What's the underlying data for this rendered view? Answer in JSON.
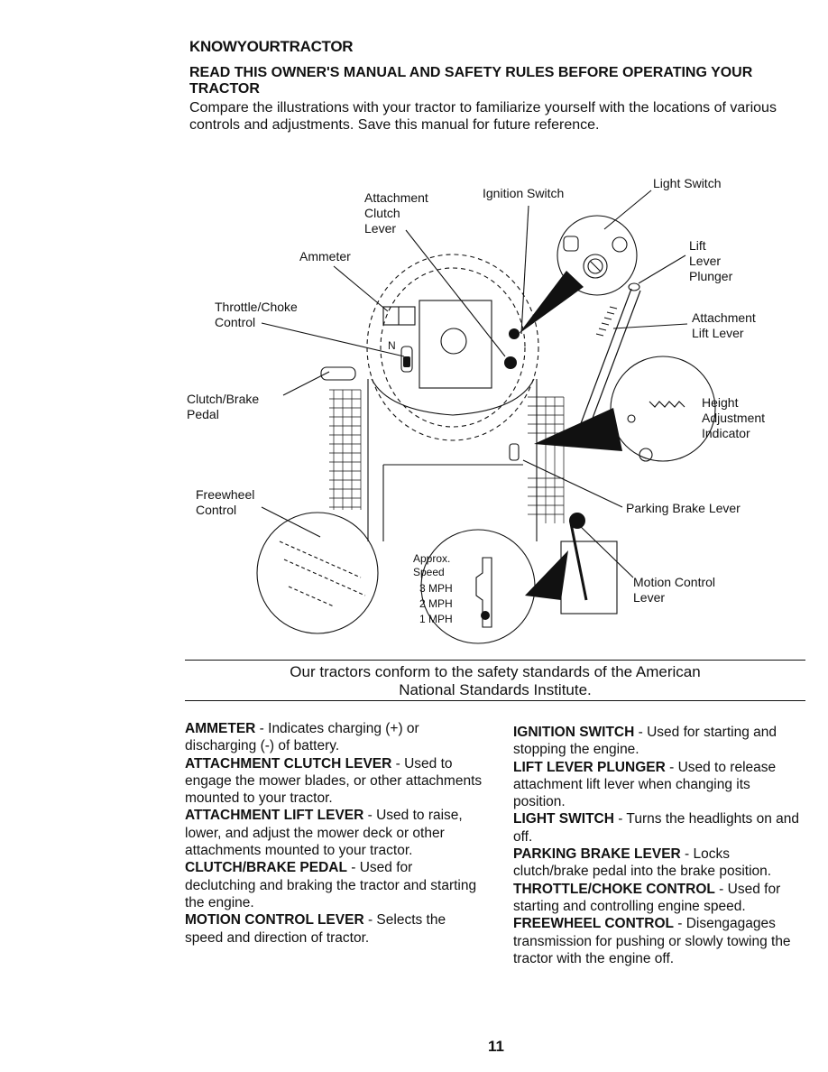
{
  "header": {
    "title": "KNOWYOURTRACTOR",
    "subtitle": "READ THIS OWNER'S MANUAL AND SAFETY RULES BEFORE OPERATING YOUR TRACTOR",
    "intro": "Compare the illustrations with your tractor to familiarize yourself with the locations of various controls and adjustments.  Save this manual for future reference."
  },
  "diagram": {
    "labels": {
      "attachment_clutch": "Attachment\nClutch\nLever",
      "ignition_switch": "Ignition Switch",
      "light_switch": "Light Switch",
      "lift_lever_plunger": "Lift\nLever\nPlunger",
      "ammeter": "Ammeter",
      "throttle_choke": "Throttle/Choke\nControl",
      "attachment_lift": "Attachment\nLift Lever",
      "height_adjustment": "Height\nAdjustment\nIndicator",
      "clutch_brake": "Clutch/Brake\nPedal",
      "freewheel": "Freewheel\nControl",
      "parking_brake": "Parking Brake Lever",
      "speed_title": "Approx.\nSpeed",
      "speed_3": "3 MPH",
      "speed_2": "2 MPH",
      "speed_1": "1 MPH",
      "motion_control": "Motion Control\nLever",
      "neutral_mark": "N"
    }
  },
  "standards": "Our tractors conform to the safety standards of the American\nNational Standards Institute.",
  "definitions_left": [
    {
      "term": "AMMETER",
      "text": " - Indicates charging (+) or discharging (-) of battery."
    },
    {
      "term": "ATTACHMENT CLUTCH LEVER",
      "text": " - Used to engage the mower blades, or other attachments mounted to your tractor."
    },
    {
      "term": "ATTACHMENT LIFT LEVER",
      "text": " - Used to raise, lower, and adjust the mower deck or other attachments mounted to your tractor."
    },
    {
      "term": "CLUTCH/BRAKE PEDAL",
      "text": " - Used for declutching and braking the tractor and starting the engine."
    },
    {
      "term": "MOTION CONTROL LEVER",
      "text": " - Selects the speed and direction of tractor."
    }
  ],
  "definitions_right": [
    {
      "term": "IGNITION SWITCH",
      "text": " - Used for starting and stopping the engine."
    },
    {
      "term": "LIFT LEVER PLUNGER",
      "text": " - Used to release attachment lift lever when changing its position."
    },
    {
      "term": "LIGHT SWITCH",
      "text": " - Turns the headlights on and off."
    },
    {
      "term": "PARKING BRAKE LEVER",
      "text": " - Locks clutch/brake pedal into the brake position."
    },
    {
      "term": "THROTTLE/CHOKE CONTROL",
      "text": " -  Used for starting and controlling engine speed."
    },
    {
      "term": "FREEWHEEL CONTROL",
      "text": " - Disengagages transmission for pushing or slowly towing the tractor with the engine off."
    }
  ],
  "page_number": "11"
}
